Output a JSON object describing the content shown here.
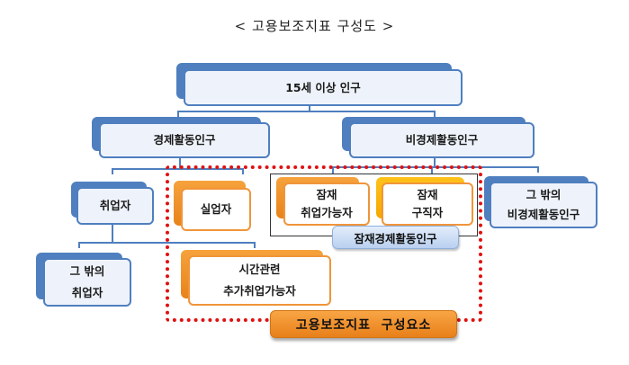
{
  "title": "< 고용보조지표  구성도 >",
  "nodes": {
    "population_15plus": "15세 이상 인구",
    "economically_active": "경제활동인구",
    "economically_inactive": "비경제활동인구",
    "employed": "취업자",
    "unemployed": "실업자",
    "potential_available_line1": "잠재",
    "potential_available_line2": "취업가능자",
    "potential_seekers_line1": "잠재",
    "potential_seekers_line2": "구직자",
    "other_inactive_line1": "그 밖의",
    "other_inactive_line2": "비경제활동인구",
    "other_employed_line1": "그 밖의",
    "other_employed_line2": "취업자",
    "time_related_line1": "시간관련",
    "time_related_line2": "추가취업가능자"
  },
  "labels": {
    "potential_labor_force": "잠재경제활동인구",
    "supplementary_indicator_components": "고용보조지표  구성요소"
  },
  "colors": {
    "blue_node": "#4f7fbf",
    "orange_node": "#f0953a",
    "yellow_node": "#ffc21a",
    "dotted_border": "#e01010"
  }
}
